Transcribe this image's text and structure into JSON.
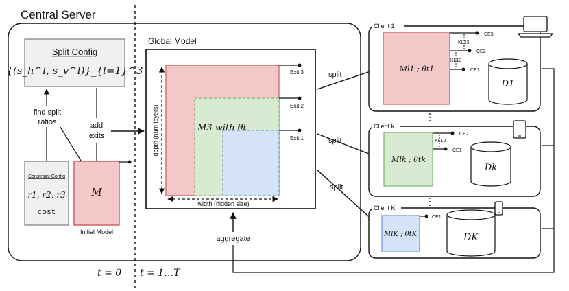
{
  "central_server": {
    "title": "Central Server"
  },
  "time_labels": {
    "left": "t = 0",
    "right": "t = 1…T"
  },
  "split_config": {
    "title": "Split Config",
    "formula": "{(s_h^l, s_v^l)}_{l=1}^3"
  },
  "constraint_config": {
    "title": "Constraint Config",
    "values": "r1, r2, r3",
    "cost": "cost"
  },
  "initial_model": {
    "symbol": "M",
    "caption": "Initial Model"
  },
  "labels": {
    "find_split_line1": "find split",
    "find_split_line2": "ratios",
    "add_exits_line1": "add",
    "add_exits_line2": "exits",
    "aggregate": "aggregate",
    "split": "split"
  },
  "global_model": {
    "title": "Global Model",
    "y_axis": "depth (num layers)",
    "x_axis": "width (hidden size)",
    "exits": [
      "Exit 3",
      "Exit 2",
      "Exit 1"
    ],
    "inner_label": "M3  with  θt"
  },
  "clients": [
    {
      "name": "Client 1",
      "model": "Ml1 ; θt1",
      "dataset": "D1",
      "device": "laptop",
      "outputs": [
        "CE3",
        "CE2",
        "CE1"
      ],
      "kl": [
        "KL23",
        "KL13"
      ],
      "color": "#f4c7c8",
      "border": "#d0565c"
    },
    {
      "name": "Client k",
      "model": "Mlk ; θtk",
      "dataset": "Dk",
      "device": "tablet",
      "outputs": [
        "CE2",
        "CE1"
      ],
      "kl": [
        "KL12"
      ],
      "color": "#d9ead3",
      "border": "#7db36b"
    },
    {
      "name": "Client K",
      "model": "MlK ; θtK",
      "dataset": "DK",
      "device": "phone",
      "outputs": [
        "CE1"
      ],
      "kl": [],
      "color": "#d4e3f7",
      "border": "#6b93cf"
    }
  ],
  "colors": {
    "red": "#f4c7c8",
    "green": "#d9ead3",
    "blue": "#d4e3f7"
  }
}
